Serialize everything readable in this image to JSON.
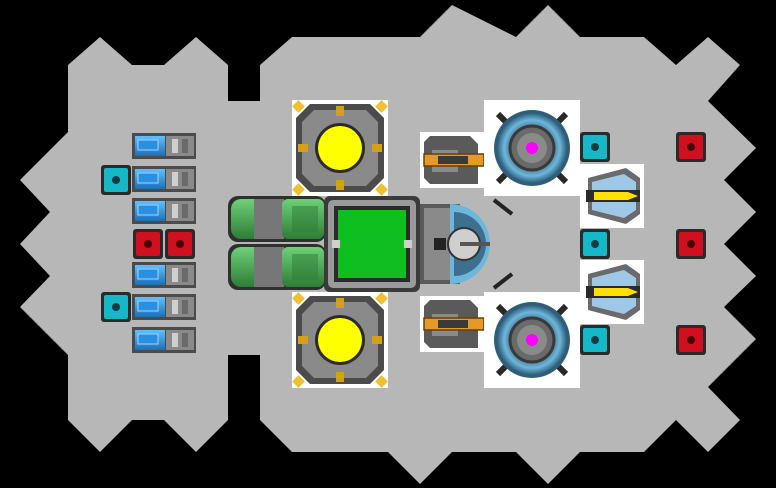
{
  "scene": {
    "background": "#000000",
    "hull_color": "#b7b7b7",
    "white_cell_color": "#ffffff"
  },
  "palette": {
    "cyan_block": "#16b7c7",
    "red_block": "#d0101e",
    "yellow_core": "#ffff00",
    "green_core": "#0fbf1f",
    "magenta_core": "#ff00ff",
    "blue_cell": "#2f8fd6",
    "green_thruster": "#3fa84a",
    "orange_turret": "#e29a2a",
    "metal_dark": "#4b4b4b",
    "metal_mid": "#8a8a8a",
    "metal_light": "#cfcfcf",
    "reactor_blue": "#5aa6cf"
  },
  "parts": {
    "left_batteries": 6,
    "cyan_blocks": 5,
    "red_blocks": 5,
    "yellow_reactors": 2,
    "green_core": 1,
    "engines": 2,
    "gun_turrets": 2,
    "blue_reactors": 2,
    "missile_launchers": 2,
    "main_cannon": 1
  }
}
